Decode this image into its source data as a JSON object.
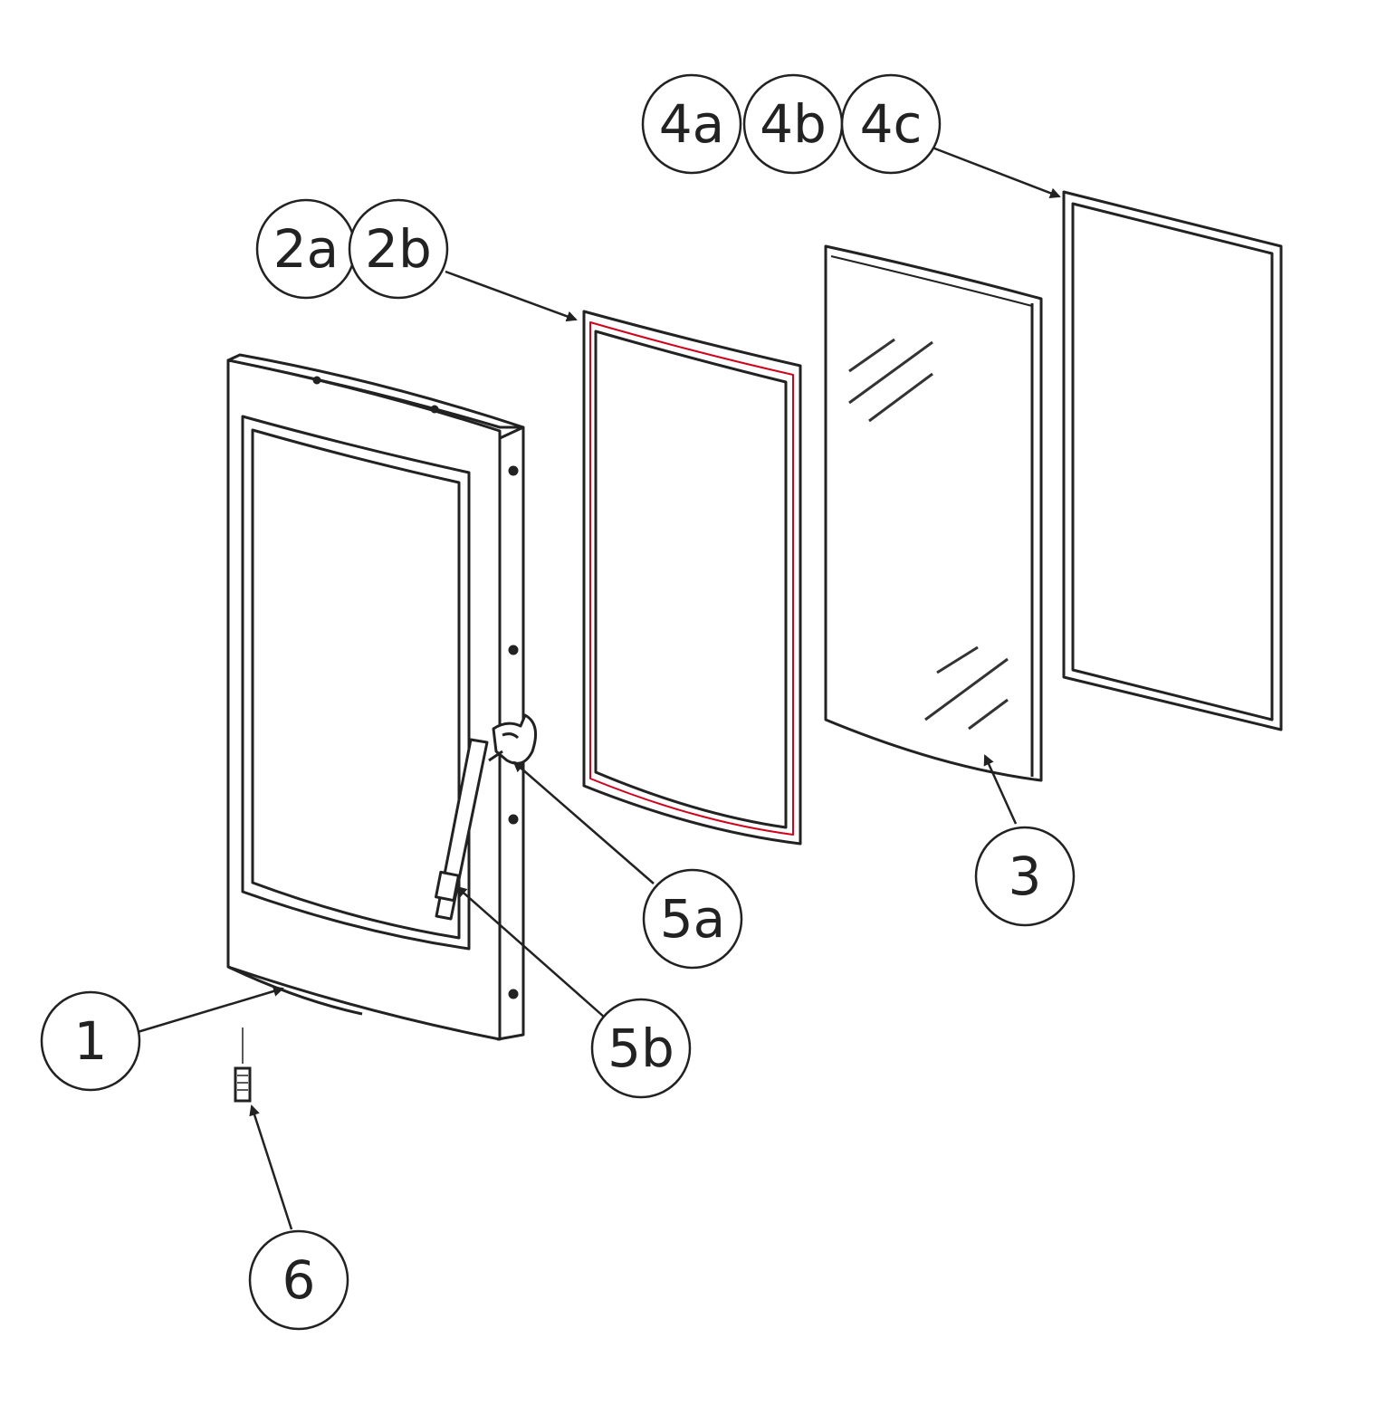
{
  "colors": {
    "line": "#222222",
    "background": "#ffffff",
    "gasket_highlight": "#d0021b",
    "glass_marks": "#333333"
  },
  "callouts": {
    "c1": "1",
    "c2a": "2a",
    "c2b": "2b",
    "c3": "3",
    "c4a": "4a",
    "c4b": "4b",
    "c4c": "4c",
    "c5a": "5a",
    "c5b": "5b",
    "c6": "6"
  }
}
